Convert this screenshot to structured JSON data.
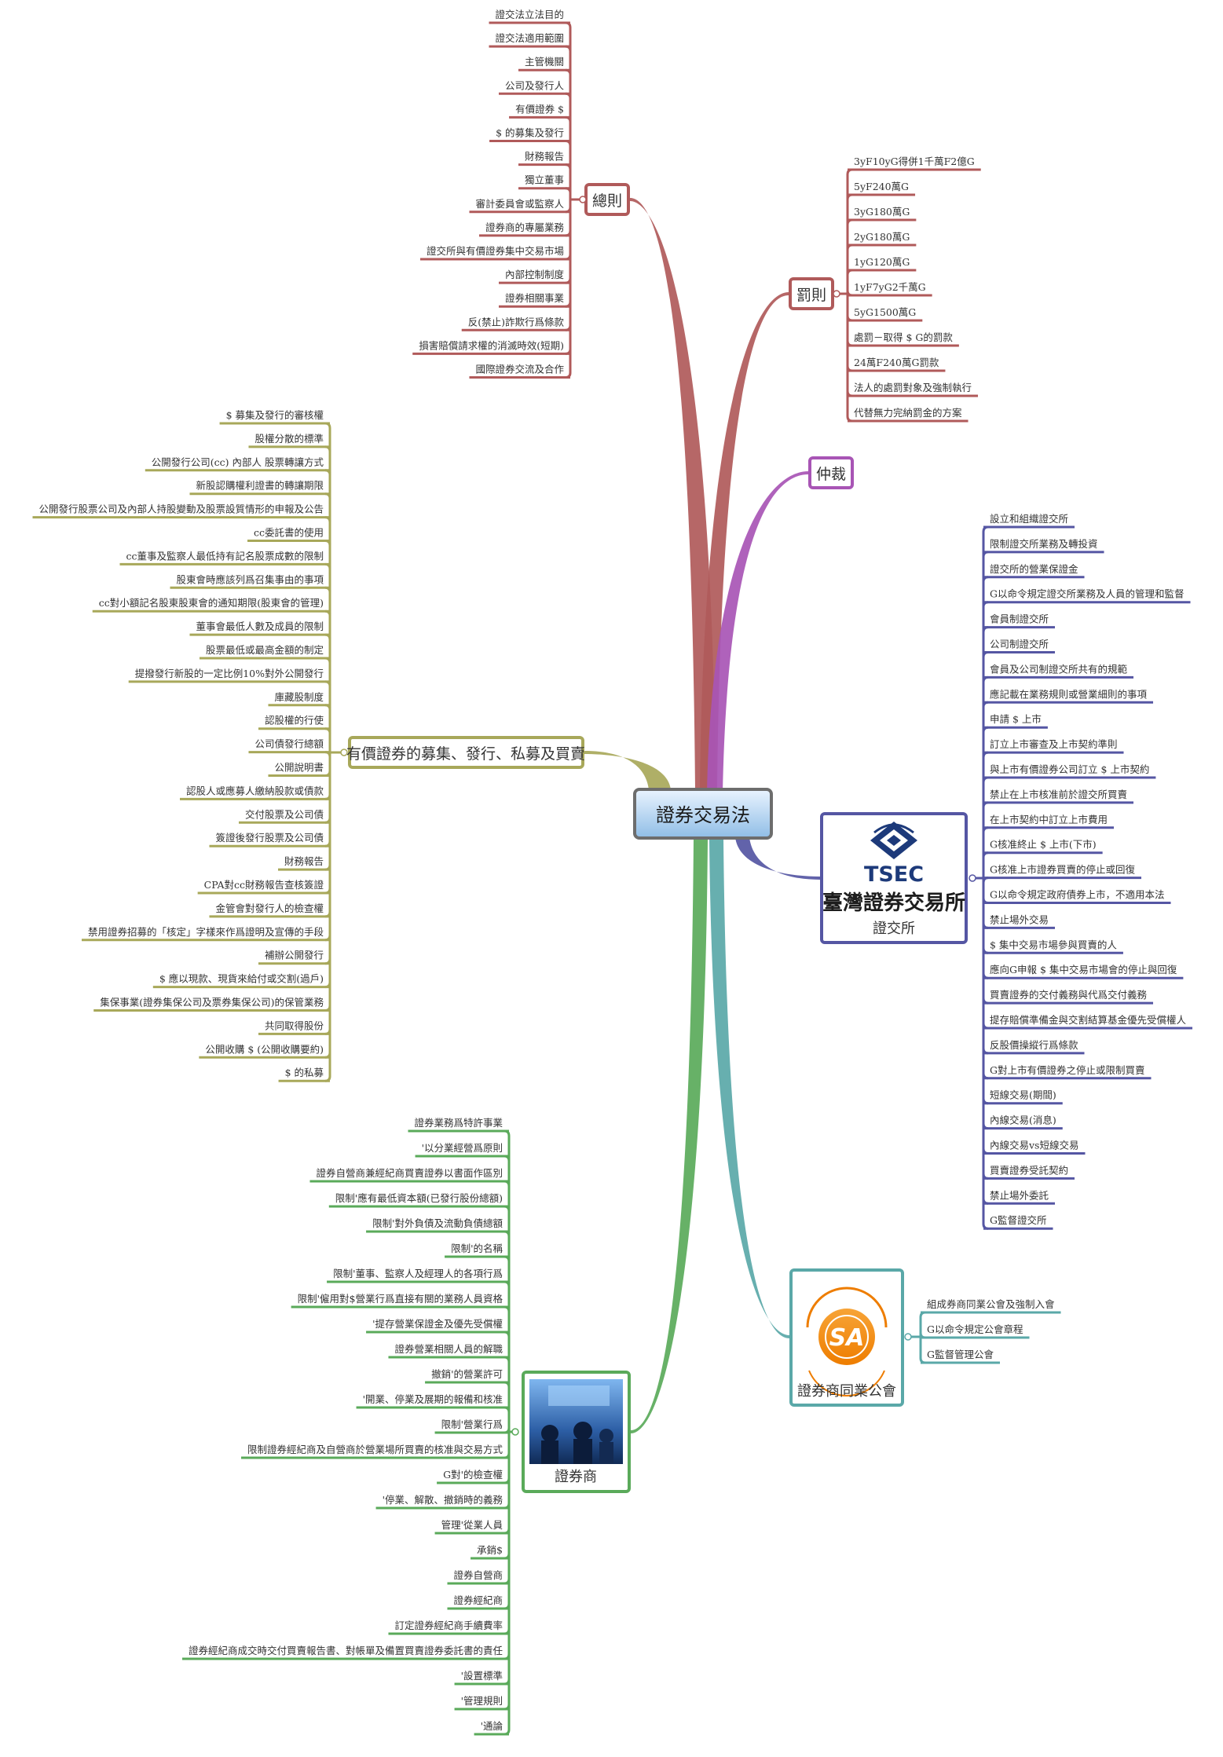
{
  "center": {
    "label": "證券交易法"
  },
  "branches": [
    {
      "key": "general",
      "label": "總則",
      "color": "#b05a5a",
      "side": "left",
      "kind": "text",
      "items": [
        "證交法立法目的",
        "證交法適用範圍",
        "主管機關",
        "公司及發行人",
        "有價證券 $",
        "$ 的募集及發行",
        "財務報告",
        "獨立董事",
        "審計委員會或監察人",
        "證券商的專屬業務",
        "證交所與有價證券集中交易市場",
        "內部控制制度",
        "證券相關事業",
        "反(禁止)詐欺行爲條款",
        "損害賠償請求權的消滅時效(短期)",
        "國際證券交流及合作"
      ]
    },
    {
      "key": "penalty",
      "label": "罰則",
      "color": "#b05a5a",
      "side": "right",
      "kind": "text",
      "items": [
        "3yF10yG得併1千萬F2億G",
        "5yF240萬G",
        "3yG180萬G",
        "2yG180萬G",
        "1yG120萬G",
        "1yF7yG2千萬G",
        "5yG1500萬G",
        "處罰－取得 $ G的罰款",
        "24萬F240萬G罰款",
        "法人的處罰對象及強制執行",
        "代替無力完納罰金的方案"
      ]
    },
    {
      "key": "arbitration",
      "label": "仲裁",
      "color": "#a855b5",
      "side": "right",
      "kind": "text",
      "items": []
    },
    {
      "key": "exchange",
      "label": "證交所",
      "color": "#5556a3",
      "side": "right",
      "kind": "image",
      "logo_text": "TSEC",
      "logo_caption": "臺灣證券交易所",
      "items": [
        "設立和組織證交所",
        "限制證交所業務及轉投資",
        "證交所的營業保證金",
        "G以命令規定證交所業務及人員的管理和監督",
        "會員制證交所",
        "公司制證交所",
        "會員及公司制證交所共有的規範",
        "應記載在業務規則或營業細則的事項",
        "申請 $ 上市",
        "訂立上市審查及上市契約準則",
        "與上市有價證券公司訂立 $ 上市契約",
        "禁止在上市核准前於證交所買賣",
        "在上市契約中訂立上市費用",
        "G核准終止 $ 上市(下市)",
        "G核准上市證券買賣的停止或回復",
        "G以命令規定政府債券上市，不適用本法",
        "禁止場外交易",
        "$ 集中交易市場參與買賣的人",
        "應向G申報 $ 集中交易市場會的停止與回復",
        "買賣證券的交付義務與代爲交付義務",
        "提存賠償準備金與交割結算基金優先受償權人",
        "反股價操縱行爲條款",
        "G對上市有價證券之停止或限制買賣",
        "短線交易(期間)",
        "內線交易(消息)",
        "內線交易vs短線交易",
        "買賣證券受託契約",
        "禁止場外委託",
        "G監督證交所"
      ]
    },
    {
      "key": "association",
      "label": "證券商同業公會",
      "color": "#5aa8a8",
      "side": "right",
      "kind": "image",
      "logo_text": "SA",
      "items": [
        "組成券商同業公會及強制入會",
        "G以命令規定公會章程",
        "G監督管理公會"
      ]
    },
    {
      "key": "broker",
      "label": "證券商",
      "color": "#5aaa5a",
      "side": "left",
      "kind": "image",
      "items": [
        "證券業務爲特許事業",
        "'以分業經營爲原則",
        "證券自營商兼經紀商買賣證券以書面作區別",
        "限制'應有最低資本額(已發行股份總額)",
        "限制'對外負債及流動負債總額",
        "限制'的名稱",
        "限制'董事、監察人及經理人的各項行爲",
        "限制'僱用對$營業行爲直接有關的業務人員資格",
        "'提存營業保證金及優先受償權",
        "證券營業相關人員的解職",
        "撤銷'的營業許可",
        "'開業、停業及展期的報備和核准",
        "限制'營業行爲",
        "限制證券經紀商及自營商於營業場所買賣的核准與交易方式",
        "G對'的檢查權",
        "'停業、解散、撤銷時的義務",
        "管理'從業人員",
        "承銷$",
        "證券自營商",
        "證券經紀商",
        "訂定證券經紀商手續費率",
        "證券經紀商成交時交付買賣報告書、對帳單及備置買賣證券委託書的責任",
        "'設置標準",
        "'管理規則",
        "'通論"
      ]
    },
    {
      "key": "issuance",
      "label": "有價證券的募集、發行、私募及買賣",
      "color": "#a8a85a",
      "side": "left",
      "kind": "text",
      "items": [
        "$ 募集及發行的審核權",
        "股權分散的標準",
        "公開發行公司(cc) 內部人 股票轉讓方式",
        "新股認購權利證書的轉讓期限",
        "公開發行股票公司及內部人持股變動及股票設質情形的申報及公告",
        "cc委託書的使用",
        "cc董事及監察人最低持有記名股票成數的限制",
        "股東會時應該列爲召集事由的事項",
        "cc對小額記名股東股東會的通知期限(股東會的管理)",
        "董事會最低人數及成員的限制",
        "股票最低或最高金額的制定",
        "提撥發行新股的一定比例10%對外公開發行",
        "庫藏股制度",
        "認股權的行使",
        "公司債發行總額",
        "公開說明書",
        "認股人或應募人繳納股款或債款",
        "交付股票及公司債",
        "簽證後發行股票及公司債",
        "財務報告",
        "CPA對cc財務報告查核簽證",
        "金管會對發行人的檢查權",
        "禁用證券招募的「核定」字樣來作爲證明及宣傳的手段",
        "補辦公開發行",
        "$ 應以現款、現貨來給付或交割(過戶)",
        "集保事業(證券集保公司及票券集保公司)的保管業務",
        "共同取得股份",
        "公開收購 $ (公開收購要約)",
        "$ 的私募"
      ]
    }
  ]
}
